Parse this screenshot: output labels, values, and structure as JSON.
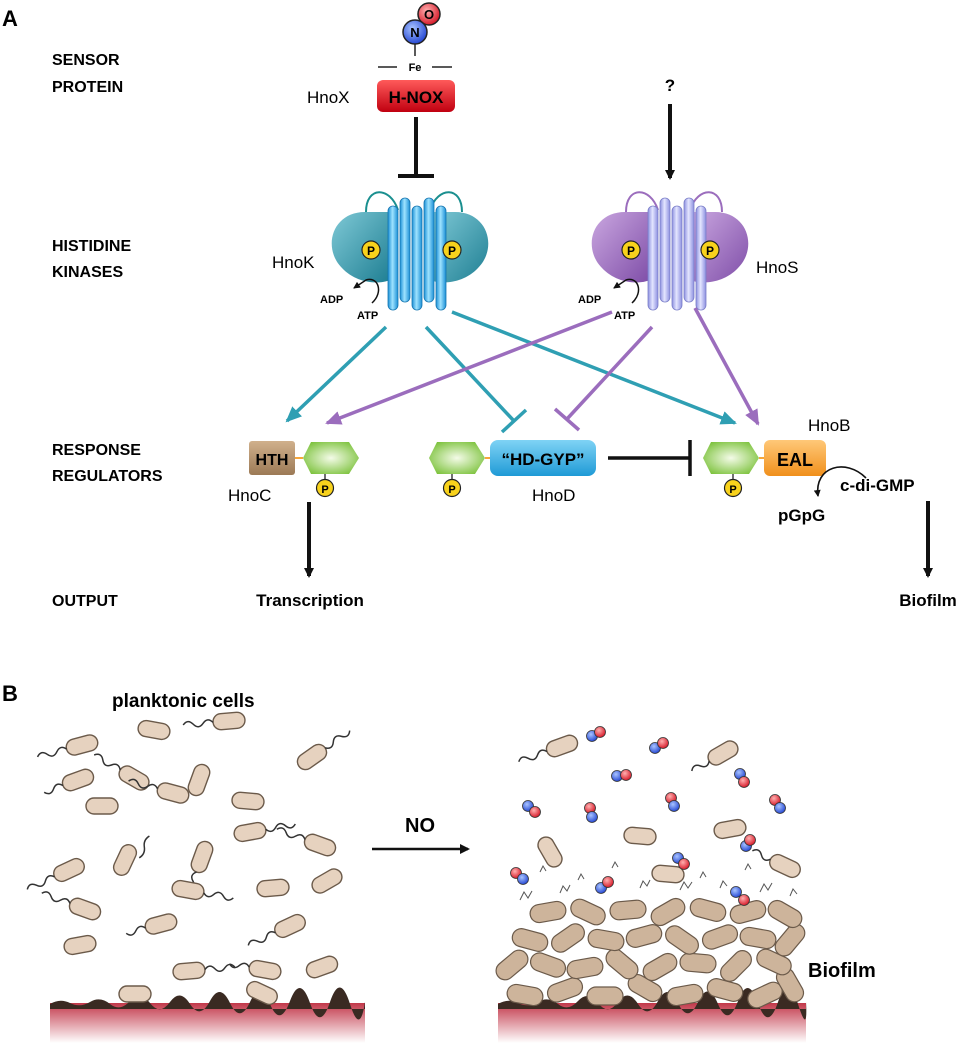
{
  "panel_a": {
    "letter": "A",
    "rows": {
      "sensor_1": "SENSOR",
      "sensor_2": "PROTEIN",
      "hk_1": "HISTIDINE",
      "hk_2": "KINASES",
      "rr_1": "RESPONSE",
      "rr_2": "REGULATORS",
      "output": "OUTPUT"
    },
    "sensor": {
      "name": "HnoX",
      "domain": "H-NOX",
      "heme": "Fe",
      "atom_n": "N",
      "atom_o": "O"
    },
    "unknown_signal": "?",
    "kinase_left": {
      "name": "HnoK",
      "adp": "ADP",
      "atp": "ATP",
      "phospho": "P"
    },
    "kinase_right": {
      "name": "HnoS",
      "adp": "ADP",
      "atp": "ATP",
      "phospho": "P"
    },
    "regulators": {
      "hnoc": {
        "name": "HnoC",
        "domain": "HTH",
        "phospho": "P"
      },
      "hnod": {
        "name": "HnoD",
        "domain": "“HD-GYP”",
        "phospho": "P"
      },
      "hnob": {
        "name": "HnoB",
        "domain": "EAL",
        "phospho": "P"
      }
    },
    "substrate": "c-di-GMP",
    "product": "pGpG",
    "outputs": {
      "left": "Transcription",
      "right": "Biofilm"
    },
    "colors": {
      "hnok": "#2f9fb3",
      "hnos": "#9b6dbd",
      "hnox": "#e8141c",
      "hth": "#b08f6b",
      "receiver": "#8fce4f",
      "hdgyp": "#35b3e6",
      "eal": "#f6a63a",
      "phosphate": "#f8d21c"
    }
  },
  "panel_b": {
    "letter": "B",
    "planktonic_label": "planktonic cells",
    "treatment": "NO",
    "biofilm_label": "Biofilm"
  }
}
